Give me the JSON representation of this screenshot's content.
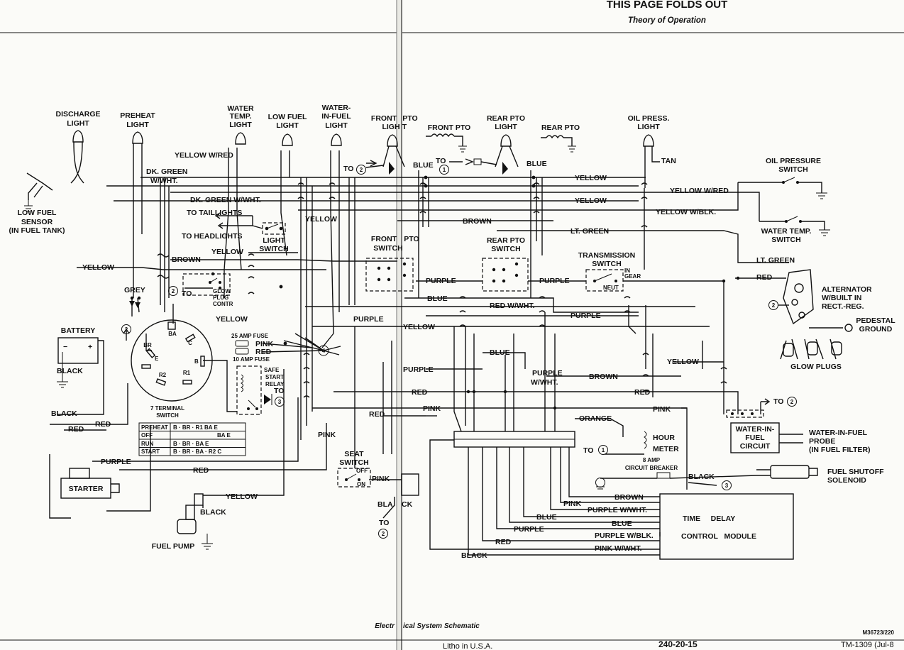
{
  "header": {
    "fold_notice": "THIS PAGE FOLDS OUT",
    "section": "Theory of Operation"
  },
  "footer": {
    "caption_left": "Electr",
    "caption_right": "ical System Schematic",
    "litho": "Litho in U.S.A.",
    "page": "240-20-15",
    "manual": "TM-1309 (Jul-8",
    "code": "M36723/220"
  },
  "lights": {
    "discharge": [
      "DISCHARGE",
      "LIGHT"
    ],
    "preheat": [
      "PREHEAT",
      "LIGHT"
    ],
    "water_temp": [
      "WATER",
      "TEMP.",
      "LIGHT"
    ],
    "low_fuel": [
      "LOW FUEL",
      "LIGHT"
    ],
    "water_in_fuel": [
      "WATER-",
      "IN-FUEL",
      "LIGHT"
    ],
    "front_pto_left": [
      "FRONT",
      "LIGH"
    ],
    "front_pto_right": [
      "PTO",
      "T"
    ],
    "rear_pto": [
      "REAR PTO",
      "LIGHT"
    ],
    "oil_press": [
      "OIL PRESS.",
      "LIGHT"
    ]
  },
  "components": {
    "low_fuel_sensor": [
      "LOW FUEL",
      "SENSOR",
      "(IN FUEL TANK)"
    ],
    "light_switch": [
      "LIGHT",
      "SWITCH"
    ],
    "to_taillights": "TO TAILLIGHTS",
    "to_headlights": "TO HEADLIGHTS",
    "glow_plug": [
      "GLOW",
      "PLUG",
      "CONTR"
    ],
    "battery": "BATTERY",
    "key_switch": [
      "7 TERMINAL",
      "SWITCH"
    ],
    "key_terminals": [
      "BA",
      "BR",
      "C",
      "E",
      "B",
      "R2",
      "R1"
    ],
    "fuse_25": "25 AMP FUSE",
    "fuse_10": "10 AMP FUSE",
    "safe_start": [
      "SAFE",
      "START",
      "RELAY"
    ],
    "starter": "STARTER",
    "fuel_pump": "FUEL PUMP",
    "seat_switch": [
      "SEAT",
      "SWITCH"
    ],
    "seat_off": "OFF",
    "seat_on": "ON",
    "front_pto_coil": "FRONT PTO",
    "rear_pto_coil": "REAR PTO",
    "front_pto_switch_l": [
      "FRONT",
      "SWITCH"
    ],
    "front_pto_switch_r": [
      "PTO"
    ],
    "rear_pto_switch": [
      "REAR PTO",
      "SWITCH"
    ],
    "transmission_switch": [
      "TRANSMISSION",
      "SWITCH"
    ],
    "in_gear": [
      "IN",
      "GEAR"
    ],
    "neut": "NEUT",
    "oil_pressure_switch": [
      "OIL PRESSURE",
      "SWITCH"
    ],
    "water_temp_switch": [
      "WATER TEMP.",
      "SWITCH"
    ],
    "alternator": [
      "ALTERNATOR",
      "W/BUILT IN",
      "RECT.-REG."
    ],
    "pedestal_ground": [
      "PEDESTAL",
      "GROUND"
    ],
    "glow_plugs": "GLOW PLUGS",
    "water_in_fuel_circuit": [
      "WATER-IN-",
      "FUEL",
      "CIRCUIT"
    ],
    "water_in_fuel_probe": [
      "WATER-IN-FUEL",
      "PROBE",
      "(IN FUEL FILTER)"
    ],
    "hour_meter": [
      "HOUR",
      "METER"
    ],
    "breaker": [
      "8 AMP",
      "CIRCUIT BREAKER"
    ],
    "fuel_shutoff": [
      "FUEL SHUTOFF",
      "SOLENOID"
    ],
    "tdcm": [
      "TIME     DELAY",
      "CONTROL   MODULE"
    ]
  },
  "key_table": {
    "rows": [
      [
        "PREHEAT",
        "B · BR · R1 BA  E"
      ],
      [
        "OFF",
        "BA  E"
      ],
      [
        "RUN",
        "B · BR · BA     E"
      ],
      [
        "START",
        "B · BR · BA · R2  C"
      ]
    ]
  },
  "refs": {
    "to": "TO",
    "n1": "1",
    "n2": "2",
    "n3": "3",
    "n4": "4"
  },
  "wires": {
    "yellow": "YELLOW",
    "yellow_wred": "YELLOW W/RED",
    "yellow_wblk": "YELLOW W/BLK.",
    "dk_green_wwht_a": [
      "DK. GREEN",
      "W/WHT."
    ],
    "dk_green_wwht_b": "DK. GREEN W/WHT.",
    "brown": "BROWN",
    "blue": "BLUE",
    "lt_green": "LT. GREEN",
    "grey": "GREY",
    "tan": "TAN",
    "purple": "PURPLE",
    "purple_wwht": "PURPLE W/WHT.",
    "purple_wwht_2": [
      "PURPLE",
      "W/WHT."
    ],
    "purple_wblk": "PURPLE W/BLK.",
    "red": "RED",
    "red_wwht": "RED W/WHT.",
    "pink": "PINK",
    "pink_wwht": "PINK W/WHT.",
    "black": "BLACK",
    "black_split_l": "BLA",
    "black_split_r": "CK",
    "orange": "ORANGE"
  }
}
